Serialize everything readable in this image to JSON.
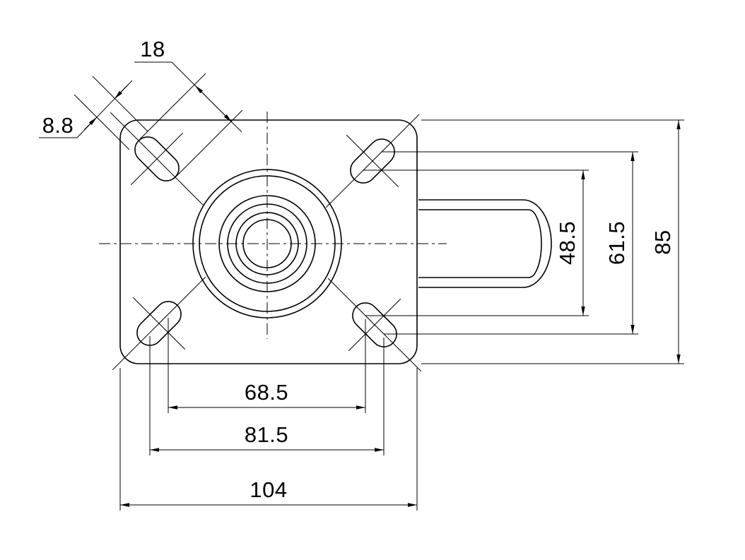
{
  "drawing": {
    "colors": {
      "line": "#000000",
      "background": "#ffffff"
    },
    "dimensions": {
      "slot_length": "18",
      "slot_width": "8.8",
      "hole_span_vertical_inner": "48.5",
      "hole_span_vertical_outer": "61.5",
      "plate_depth": "85",
      "hole_span_horizontal_inner": "68.5",
      "hole_span_horizontal_outer": "81.5",
      "plate_width": "104"
    }
  }
}
